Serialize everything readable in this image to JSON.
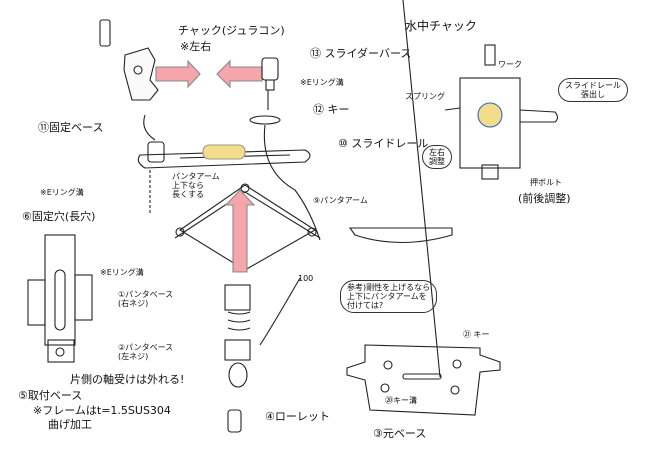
{
  "title": "水中チャック",
  "colors": {
    "arrow": "#f4a6ab",
    "cylinder": "#f3dc8a",
    "ink": "#111111"
  },
  "labels": {
    "chuck": "チャック(ジュラコン)",
    "chuck_note": "※左右",
    "slider_base": "⑬ スライダーバース",
    "ering_top": "※Eリング溝",
    "key12": "⑫ キー",
    "fixed_base": "⑪固定ベース",
    "slide_rail": "⑩ スライドレール",
    "ering_left": "※Eリング溝",
    "panta_note": [
      "パンタアーム",
      "上下なら",
      "長くする"
    ],
    "panta_arm": "⑨パンタアーム",
    "fix_hole": "⑥固定穴(長穴)",
    "work": "ワーク",
    "spring": "スプリング",
    "rail_overhang": [
      "スライドレール",
      "張出し"
    ],
    "lr_adjust": [
      "左右",
      "調整"
    ],
    "push_bolt": "押ボルト",
    "fb_adjust": "(前後調整)",
    "ering_mid": "※Eリング溝",
    "panta_base1": [
      "①パンタベース",
      "(右ネジ)"
    ],
    "dimension": "100",
    "reference": [
      "参考)剛性を上げるなら",
      "上下にパンタアームを",
      "付けては?"
    ],
    "key21": "㉑ キー",
    "panta_base2": [
      "②パンタベース",
      "(左ネジ)"
    ],
    "bearing_note": "片側の軸受けは外れる!",
    "mount_base": "⑤取付ベース",
    "frame_note": "※フレームはt=1.5SUS304",
    "bend": "曲げ加工",
    "knurl": "④ローレット",
    "key_groove": "⑳キー溝",
    "main_base": "③元ベース"
  }
}
